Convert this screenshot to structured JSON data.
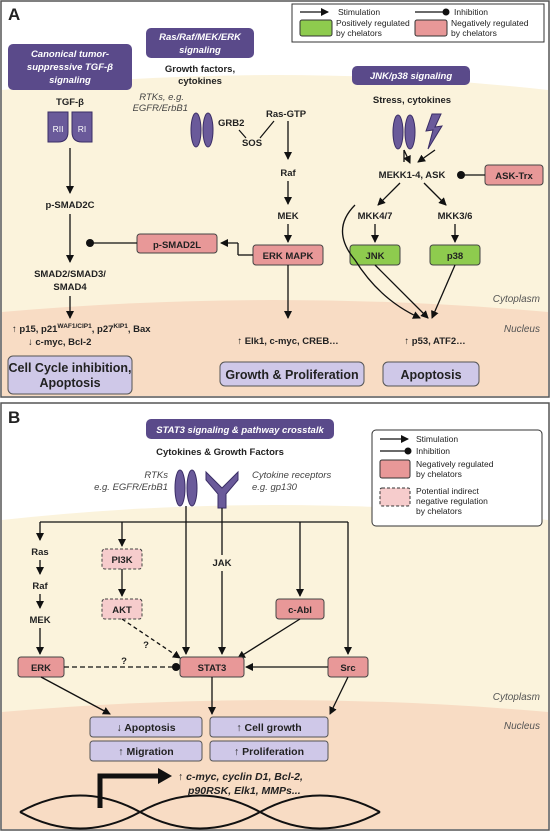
{
  "panel_a": {
    "label": "A",
    "legend": {
      "stimulation": "Stimulation",
      "inhibition": "Inhibition",
      "positive": "Positively regulated by chelators",
      "negative": "Negatively regulated by chelators"
    },
    "tgf_header": [
      "Canonical tumor-",
      "suppressive TGF-β",
      "signaling"
    ],
    "ras_header": [
      "Ras/Raf/MEK/ERK",
      "signaling"
    ],
    "jnk_header": "JNK/p38 signaling",
    "growth_factors": [
      "Growth factors,",
      "cytokines"
    ],
    "rtks": [
      "RTKs, e.g.",
      "EGFR/ErbB1"
    ],
    "stress": "Stress, cytokines",
    "tgf_beta": "TGF-β",
    "rii": "RII",
    "ri": "RI",
    "grb2": "GRB2",
    "sos": "SOS",
    "ras_gtp": "Ras-GTP",
    "raf": "Raf",
    "mek": "MEK",
    "erk_mapk": "ERK MAPK",
    "p_smad2c": "p-SMAD2C",
    "p_smad2l": "p-SMAD2L",
    "smad_complex": [
      "SMAD2/SMAD3/",
      "SMAD4"
    ],
    "mekk": "MEKK1-4, ASK",
    "ask_trx": "ASK-Trx",
    "mkk47": "MKK4/7",
    "mkk36": "MKK3/6",
    "jnk": "JNK",
    "p38": "p38",
    "cytoplasm": "Cytoplasm",
    "nucleus": "Nucleus",
    "tgf_targets_1": "↑ p15, p21",
    "tgf_targets_1_sup": "WAF1/CIP1",
    "tgf_targets_1b": ", p27",
    "tgf_targets_1b_sup": "KIP1",
    "tgf_targets_1c": ", Bax",
    "tgf_targets_2": "↓ c-myc, Bcl-2",
    "erk_targets": "↑ Elk1, c-myc, CREB…",
    "jnk_targets": "↑ p53, ATF2…",
    "outcome_1": [
      "Cell Cycle inhibition,",
      "Apoptosis"
    ],
    "outcome_2": "Growth & Proliferation",
    "outcome_3": "Apoptosis"
  },
  "panel_b": {
    "label": "B",
    "header": "STAT3 signaling & pathway crosstalk",
    "legend": {
      "stimulation": "Stimulation",
      "inhibition": "Inhibition",
      "negative": "Negatively regulated by chelators",
      "potential": "Potential indirect negative regulation by chelators"
    },
    "cytokines": "Cytokines & Growth Factors",
    "rtks": [
      "RTKs",
      "e.g. EGFR/ErbB1"
    ],
    "cytokine_receptors": [
      "Cytokine receptors",
      "e.g. gp130"
    ],
    "ras": "Ras",
    "raf": "Raf",
    "mek": "MEK",
    "pi3k": "PI3K",
    "akt": "AKT",
    "jak": "JAK",
    "cabl": "c-Abl",
    "erk": "ERK",
    "stat3": "STAT3",
    "src": "Src",
    "question": "?",
    "cytoplasm": "Cytoplasm",
    "nucleus": "Nucleus",
    "apoptosis": "↓ Apoptosis",
    "migration": "↑ Migration",
    "cell_growth": "↑ Cell growth",
    "proliferation": "↑ Proliferation",
    "genes": [
      "↑ c-myc, cyclin D1, Bcl-2,",
      "p90RSK, Elk1, MMPs..."
    ]
  },
  "colors": {
    "header_purple": "#5a4a8a",
    "receptor_purple": "#6a5a9a",
    "green": "#8ecb4e",
    "pink": "#e89898",
    "pink_light": "#f6cccc",
    "outcome": "#cfc8e8",
    "cytoplasm": "#fbf3dc",
    "nucleus": "#f8dcc4"
  }
}
